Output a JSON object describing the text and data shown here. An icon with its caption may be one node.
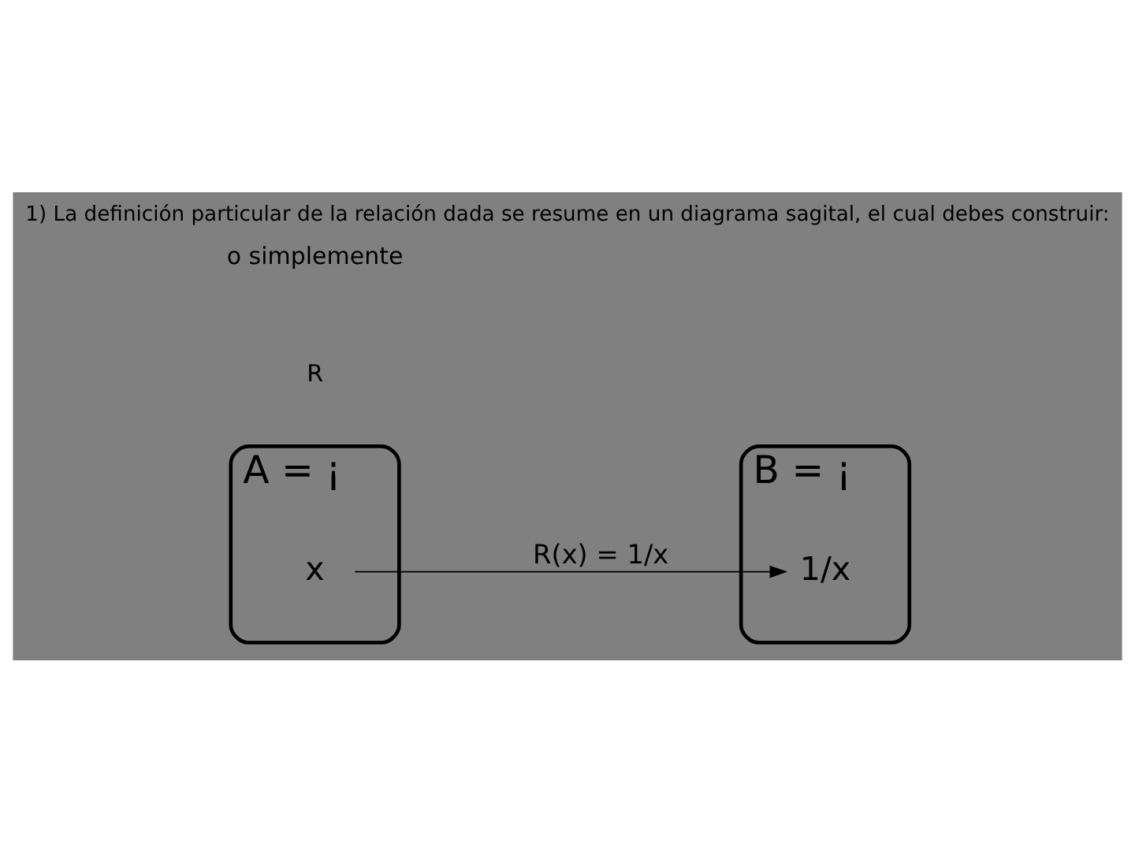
{
  "diagram": {
    "title": "1) La definición particular de la relación dada se resume en un diagrama sagital, el cual debes construir:",
    "nodes": [
      {
        "text": [
          "A = ¡"
        ]
      },
      {
        "text": [
          "x"
        ],
        "in": 0
      },
      {
        "text": [
          "B = ¡"
        ]
      },
      {
        "text": [
          "1/x"
        ],
        "in": 2
      }
    ],
    "edges": [
      {
        "from": 1,
        "to": 3,
        "arrow": "to",
        "label": "R(x) = 1/x"
      }
    ],
    "labels": [
      "R",
      "o simplemente"
    ]
  }
}
